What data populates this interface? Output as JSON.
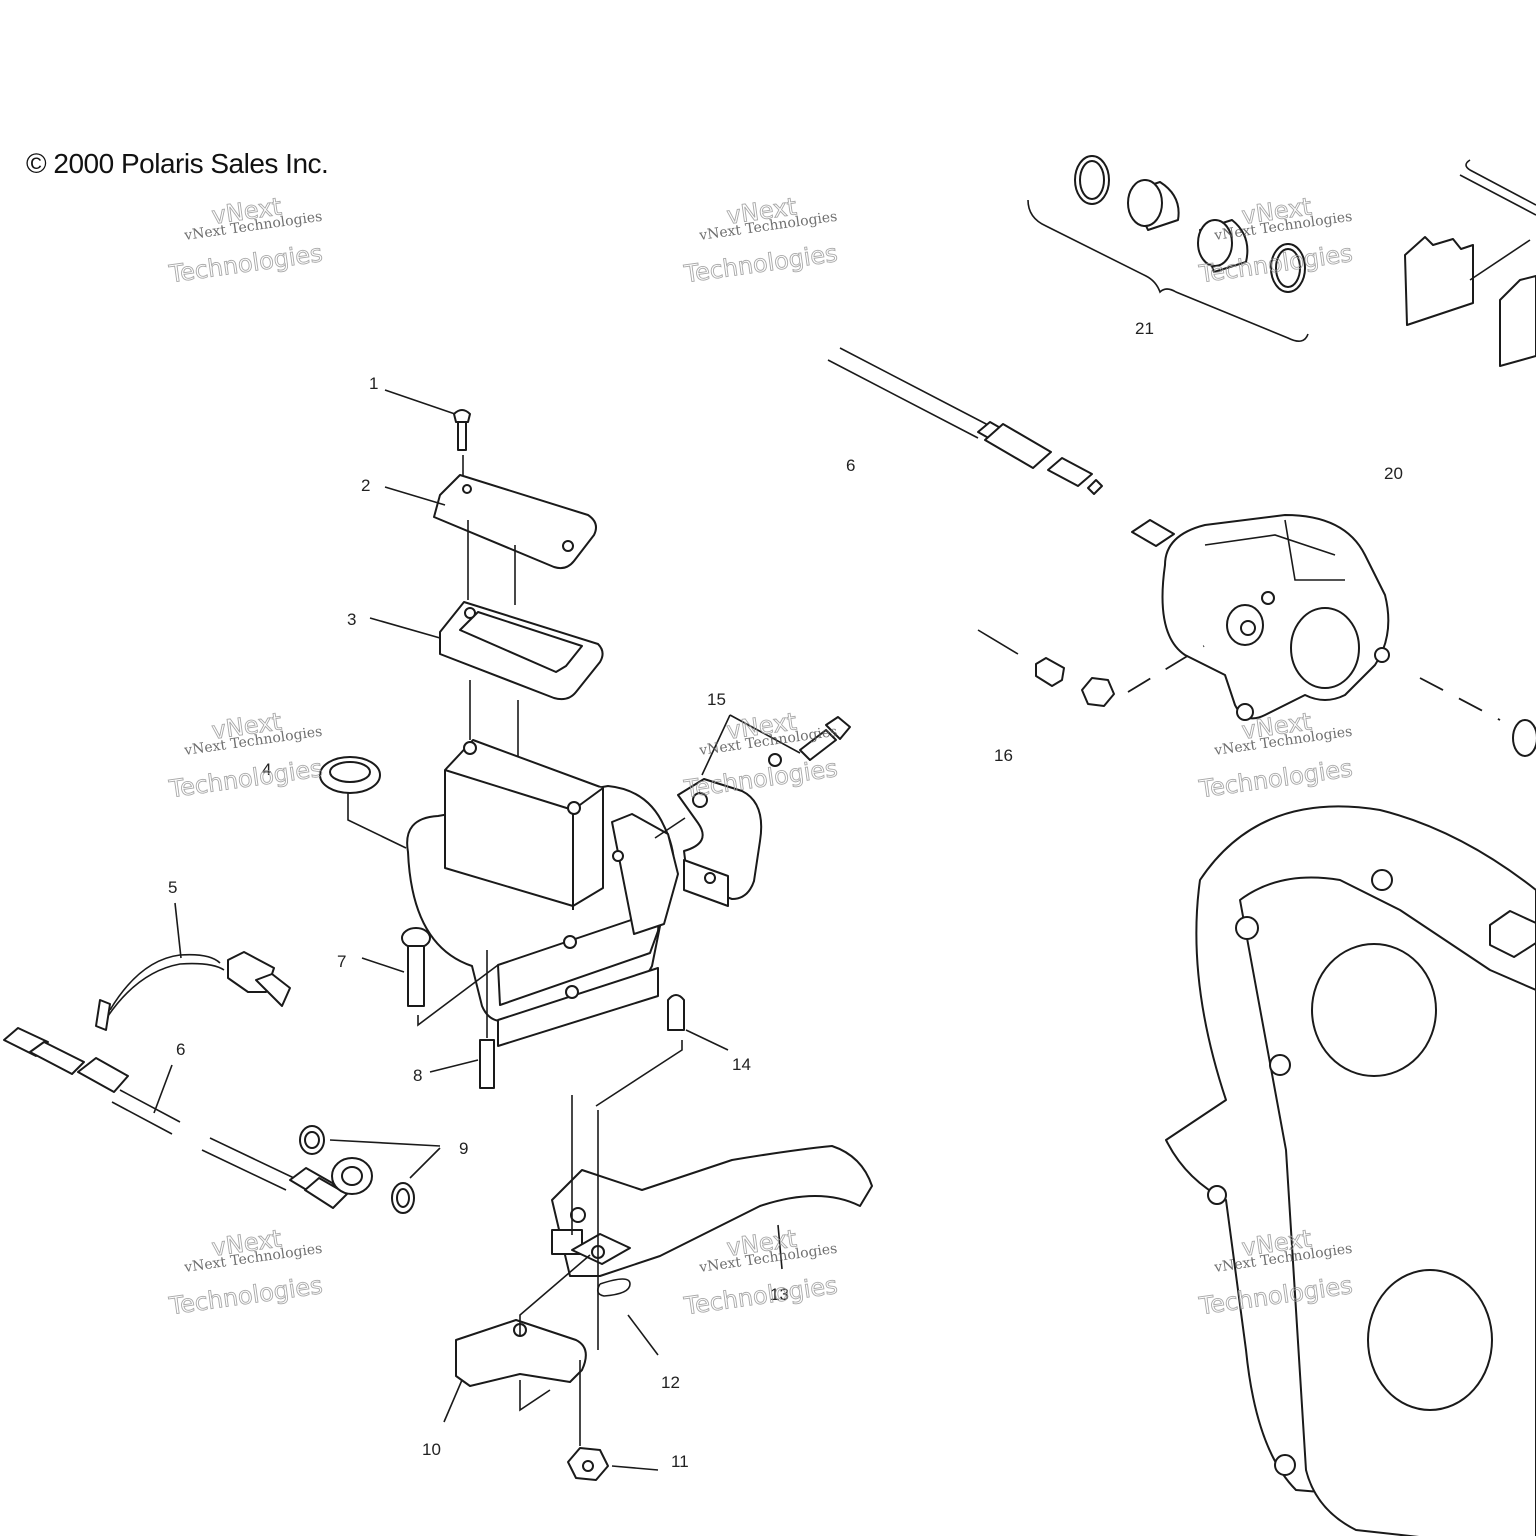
{
  "copyright": "© 2000 Polaris Sales Inc.",
  "watermark": {
    "line1": "vNext Technologies",
    "line2": "vNext",
    "line3": "Technologies"
  },
  "callouts": {
    "c1": "1",
    "c2": "2",
    "c3": "3",
    "c4": "4",
    "c5": "5",
    "c6a": "6",
    "c6b": "6",
    "c7": "7",
    "c8": "8",
    "c9": "9",
    "c10": "10",
    "c11": "11",
    "c12": "12",
    "c13": "13",
    "c14": "14",
    "c15": "15",
    "c16": "16",
    "c20": "20",
    "c21": "21"
  }
}
